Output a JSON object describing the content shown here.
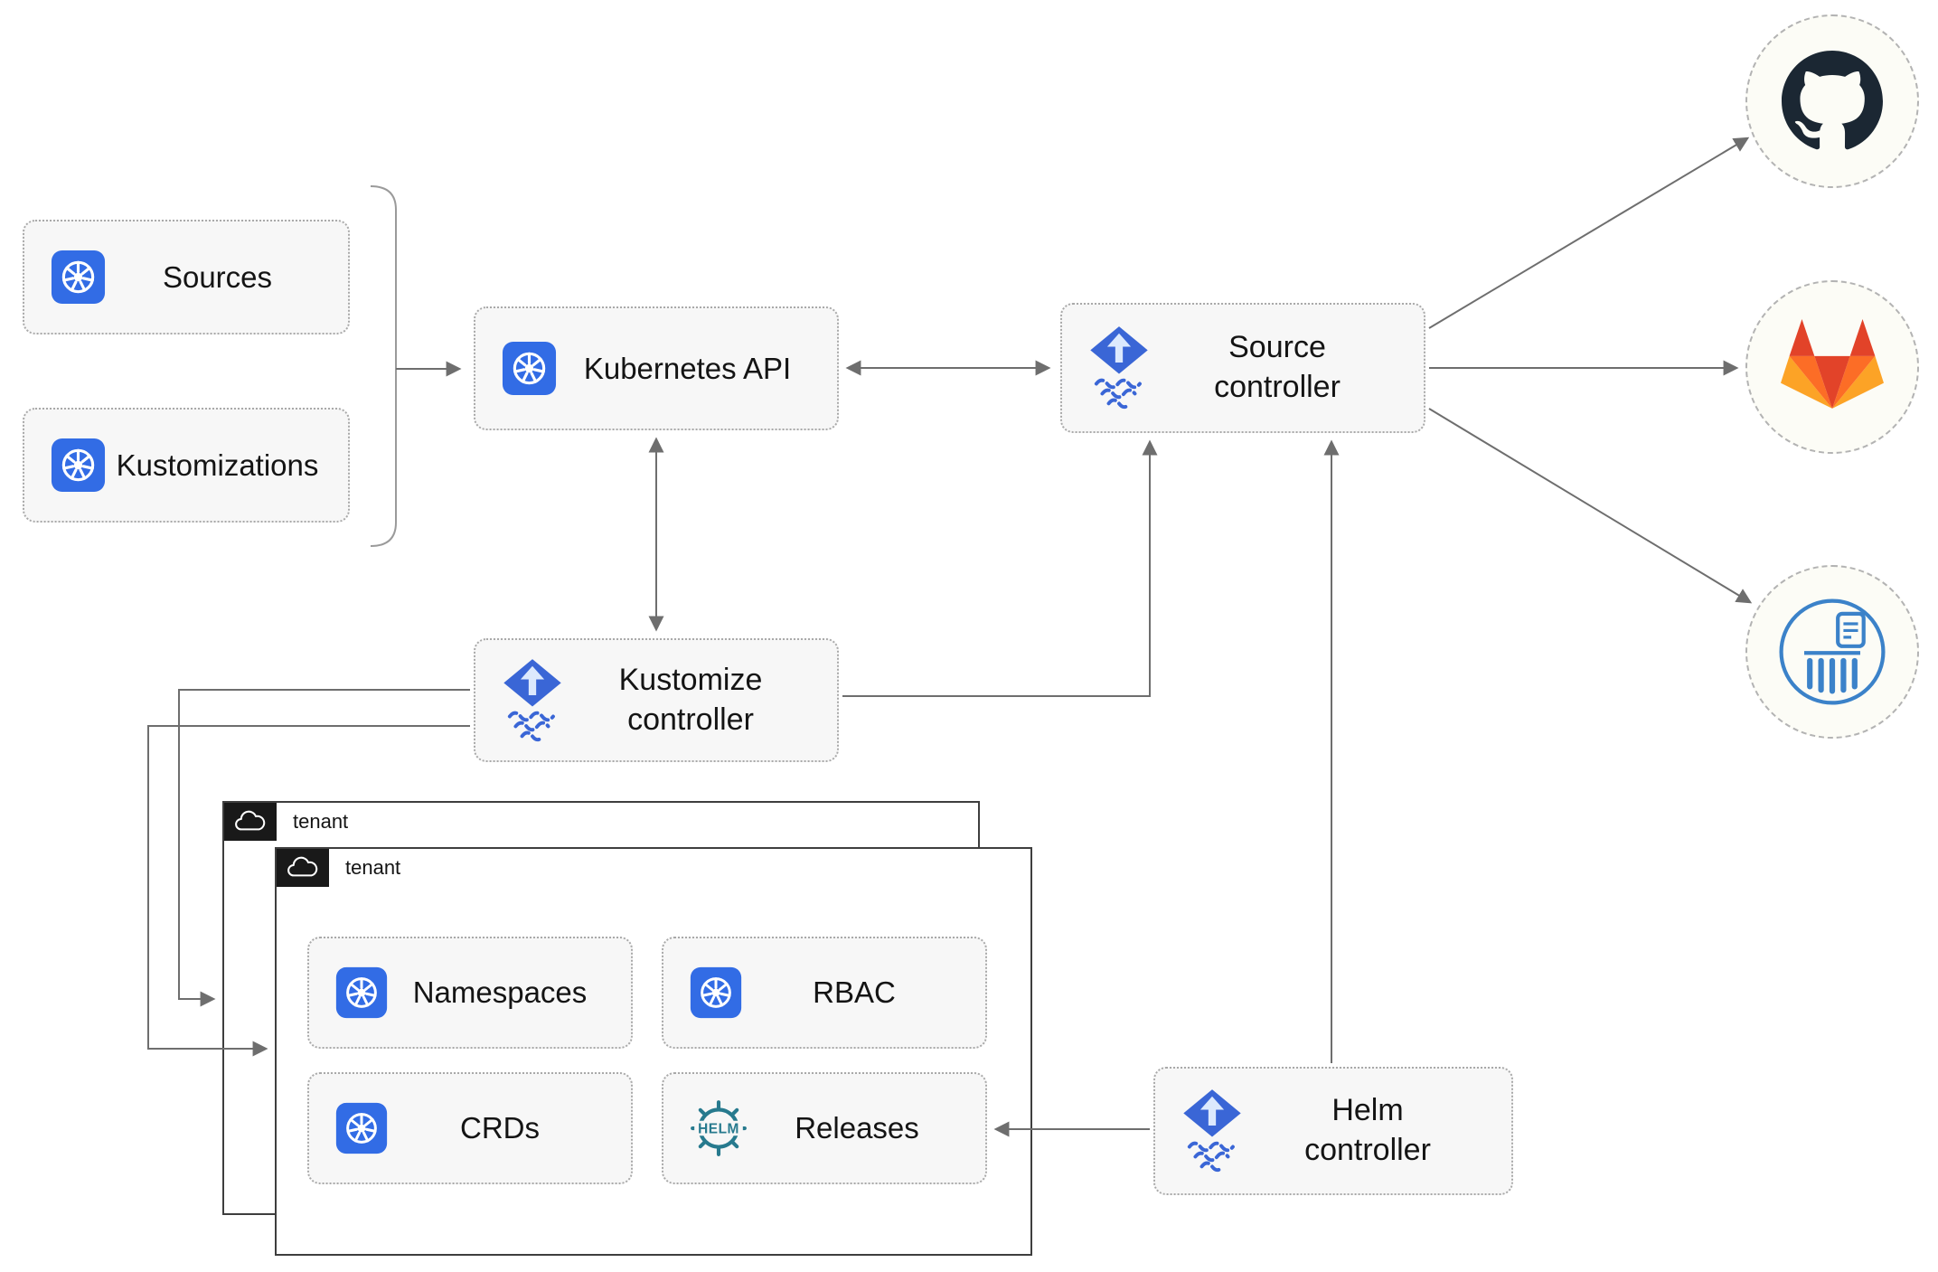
{
  "nodes": {
    "sources": {
      "label": "Sources",
      "icon": "kubernetes-icon"
    },
    "kustomizations": {
      "label": "Kustomizations",
      "icon": "kubernetes-icon"
    },
    "kubernetes_api": {
      "label": "Kubernetes API",
      "icon": "kubernetes-icon"
    },
    "source_controller": {
      "line1": "Source",
      "line2": "controller",
      "icon": "flux-icon"
    },
    "kustomize_controller": {
      "line1": "Kustomize",
      "line2": "controller",
      "icon": "flux-icon"
    },
    "helm_controller": {
      "line1": "Helm",
      "line2": "controller",
      "icon": "flux-icon"
    },
    "namespaces": {
      "label": "Namespaces",
      "icon": "kubernetes-icon"
    },
    "rbac": {
      "label": "RBAC",
      "icon": "kubernetes-icon"
    },
    "crds": {
      "label": "CRDs",
      "icon": "kubernetes-icon"
    },
    "releases": {
      "label": "Releases",
      "icon": "helm-icon"
    }
  },
  "tenants": {
    "back": {
      "label": "tenant",
      "icon": "cloud-icon"
    },
    "front": {
      "label": "tenant",
      "icon": "cloud-icon"
    }
  },
  "externals": {
    "github": {
      "icon": "github-icon"
    },
    "gitlab": {
      "icon": "gitlab-icon"
    },
    "oci_registry": {
      "icon": "oci-registry-icon"
    }
  },
  "icons": {
    "helm_wheel_text": "HELM"
  },
  "colors": {
    "kubernetes_blue": "#326ce5",
    "flux_blue": "#3a66d6",
    "helm_teal": "#277a8e",
    "github_dark": "#1b2733",
    "gitlab_red": "#e24329",
    "gitlab_orange": "#fc6d26",
    "gitlab_yellow": "#fca326",
    "oci_blue": "#3b82c9",
    "arrow_gray": "#6e6e6e",
    "node_bg": "#f7f7f7"
  }
}
